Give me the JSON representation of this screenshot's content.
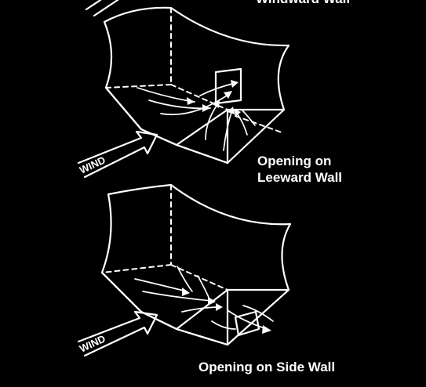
{
  "captions": {
    "top": "Windward Wall",
    "middle_line1": "Opening on",
    "middle_line2": "Leeward Wall",
    "bottom": "Opening on Side Wall"
  },
  "wind_labels": {
    "upper": "WIND",
    "lower": "WIND"
  },
  "colors": {
    "background": "#000000",
    "line": "#ffffff"
  }
}
